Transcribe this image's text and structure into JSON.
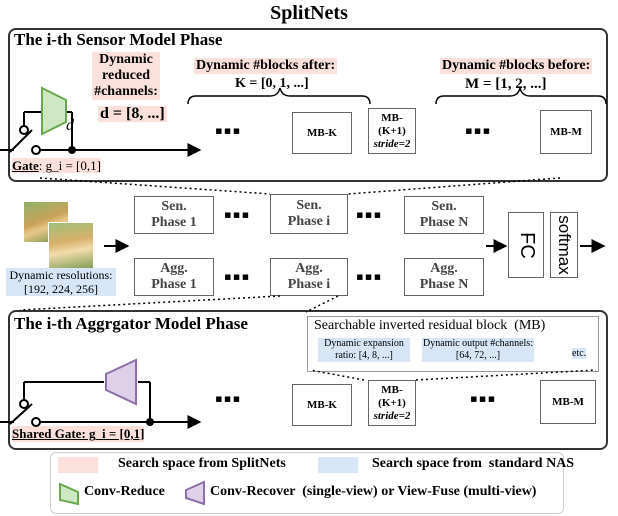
{
  "title": "SplitNets",
  "sensor_panel": {
    "title": "The i-th Sensor Model Phase",
    "dynamic_channels_label": [
      "Dynamic",
      "reduced",
      "#channels:"
    ],
    "d_value": "d = [8, ...]",
    "d_symbol": "d",
    "after_label": "Dynamic #blocks after:",
    "after_value": "K = [0, 1, ...]",
    "before_label": "Dynamic #blocks before:",
    "before_value": "M = [1, 2, ...]",
    "mb_k": "MB-K",
    "mb_k1": "MB-(K+1)",
    "stride": "stride=2",
    "mb_m": "MB-M",
    "gate": "Gate",
    "gate_value": ": g_i = [0,1]",
    "dots": "▪▪▪"
  },
  "middle": {
    "sen_phases": [
      "Sen.|Phase 1",
      "Sen.|Phase i",
      "Sen.|Phase N"
    ],
    "agg_phases": [
      "Agg.|Phase 1",
      "Agg.|Phase i",
      "Agg.|Phase N"
    ],
    "fc": "FC",
    "softmax": "softmax",
    "resolution_label": "Dynamic resolutions:",
    "resolution_value": "[192, 224, 256]"
  },
  "aggregator_panel": {
    "title": "The i-th Aggrgator Model Phase",
    "mb_box_title": "Searchable inverted residual block  (MB)",
    "expansion_label": "Dynamic expansion",
    "expansion_value": "ratio: [4, 8, ...]",
    "output_label": "Dynamic output #channels:",
    "output_value": "[64, 72, ...]",
    "etc": "etc.",
    "mb_k": "MB-K",
    "mb_k1": "MB-(K+1)",
    "stride": "stride=2",
    "mb_m": "MB-M",
    "shared_gate": "Shared Gate: g_i = [0,1]"
  },
  "legend": {
    "splitnets": "Search space from SplitNets",
    "nas": "Search space from  standard NAS",
    "conv_reduce": "Conv-Reduce",
    "conv_recover": "Conv-Recover  (single-view) or View-Fuse (multi-view)"
  },
  "colors": {
    "pink": "#fbe0dc",
    "blue": "#d6e6f7",
    "green": "#cfe8c4",
    "purple": "#ddd0e8"
  }
}
